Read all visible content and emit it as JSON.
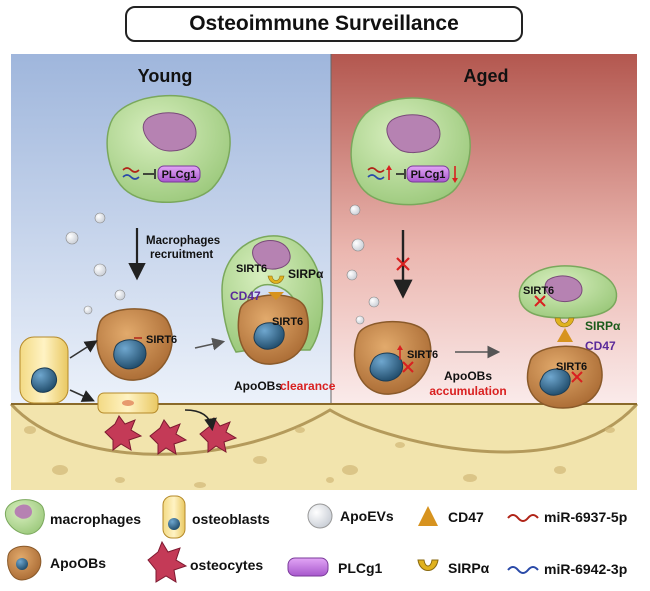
{
  "title": "Osteoimmune Surveillance",
  "panels": {
    "young": {
      "heading": "Young",
      "recruit_line1": "Macrophages",
      "recruit_line2": "recruitment",
      "sirt6_osteoblast": "SIRT6",
      "sirt6_macrophage": "SIRT6",
      "sirpa": "SIRPα",
      "cd47": "CD47",
      "sirt6_apoob": "SIRT6",
      "plcg1": "PLCg1",
      "caption_black": "ApoOBs",
      "caption_red": "clearance"
    },
    "aged": {
      "heading": "Aged",
      "plcg1": "PLCg1",
      "sirt6_osteoblast": "SIRT6",
      "sirt6_macrophage": "SIRT6",
      "sirpa": "SIRPα",
      "cd47": "CD47",
      "sirt6_apoob": "SIRT6",
      "caption_black": "ApoOBs",
      "caption_red": "accumulation"
    }
  },
  "legend": [
    {
      "label": "macrophages"
    },
    {
      "label": "osteoblasts"
    },
    {
      "label": "ApoEVs"
    },
    {
      "label": "CD47"
    },
    {
      "label": "miR-6937-5p"
    },
    {
      "label": "ApoOBs"
    },
    {
      "label": "osteocytes"
    },
    {
      "label": "PLCg1"
    },
    {
      "label": "SIRPα"
    },
    {
      "label": "miR-6942-3p"
    }
  ],
  "colors": {
    "young_bg": "#a9bfe0",
    "aged_bg": "#b9635b",
    "macrophage": "#b9dc9a",
    "apoob": "#c88a4e",
    "nucleus": "#3d6f96",
    "plcg1": "#c77be6",
    "cd47": "#d7931f",
    "sirpa": "#e0b21f",
    "mir_red": "#b02418",
    "mir_blue": "#2a4aa8",
    "accent_red": "#d92020",
    "bone": "#f2e2a8"
  }
}
